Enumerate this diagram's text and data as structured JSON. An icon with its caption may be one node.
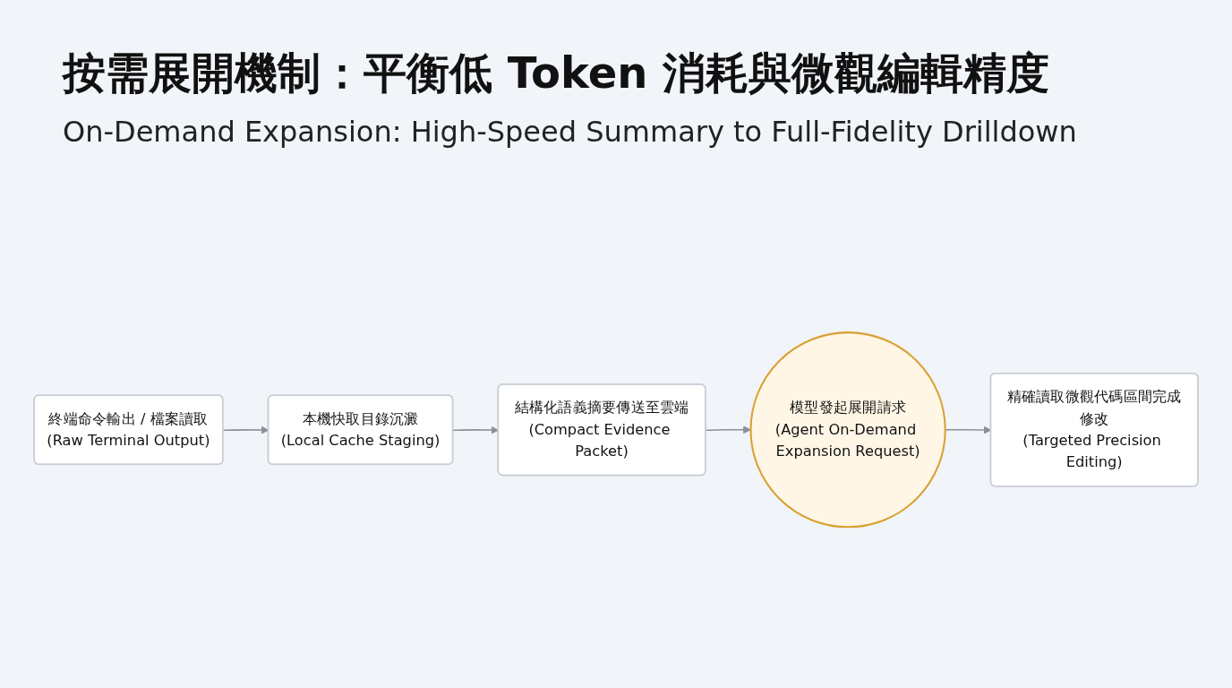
{
  "diagram": {
    "title": "按需展開機制：平衡低 Token 消耗與微觀編輯精度",
    "caption": "On-Demand Expansion: High-Speed Summary to Full-Fidelity Drilldown",
    "nodes": [
      {
        "text": [
          "終端命令輸出 / 檔案讀取",
          "(Raw Terminal Output)"
        ]
      },
      {
        "text": [
          "本機快取目錄沉澱",
          "(Local Cache Staging)"
        ]
      },
      {
        "text": [
          "結構化語義摘要傳送至雲端",
          "(Compact Evidence Packet)"
        ]
      },
      {
        "text": [
          "模型發起展開請求",
          "(Agent On-Demand Expansion Request)"
        ]
      },
      {
        "text": [
          "精確讀取微觀代碼區間完成修改",
          "(Targeted Precision Editing)"
        ]
      }
    ],
    "edges": [
      {
        "from": 0,
        "to": 1,
        "arrow": "to"
      },
      {
        "from": 1,
        "to": 2,
        "arrow": "to"
      },
      {
        "from": 2,
        "to": 3,
        "arrow": "to"
      },
      {
        "from": 3,
        "to": 4,
        "arrow": "to"
      }
    ]
  }
}
